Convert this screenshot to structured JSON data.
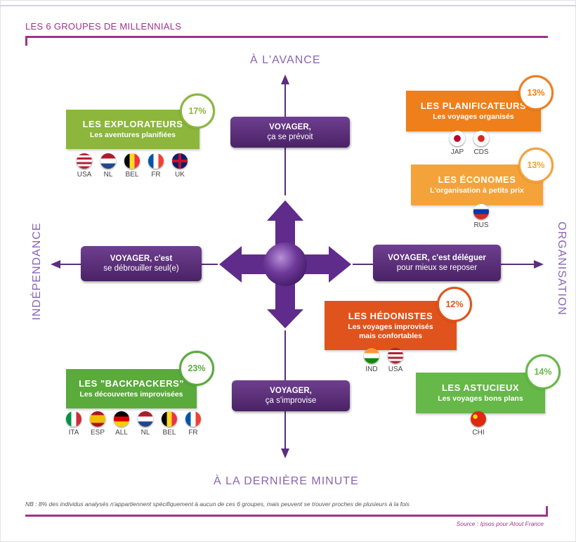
{
  "title": "LES 6 GROUPES DE MILLENNIALS",
  "axes": {
    "top": "À L'AVANCE",
    "bottom": "À LA DERNIÈRE MINUTE",
    "left": "INDÉPENDANCE",
    "right": "ORGANISATION"
  },
  "center_pills": {
    "top": {
      "line1": "VOYAGER,",
      "line2": "ça se prévoit"
    },
    "bottom": {
      "line1": "VOYAGER,",
      "line2": "ça s'improvise"
    },
    "left": {
      "line1": "VOYAGER, c'est",
      "line2": "se débrouiller seul(e)"
    },
    "right": {
      "line1": "VOYAGER, c'est déléguer",
      "line2": "pour mieux se reposer"
    }
  },
  "groups": {
    "explorateurs": {
      "name": "LES EXPLORATEURS",
      "desc": "Les aventures planifiées",
      "pct": "17%",
      "color": "#8cb63c",
      "flags": [
        {
          "code": "USA"
        },
        {
          "code": "NL"
        },
        {
          "code": "BEL"
        },
        {
          "code": "FR"
        },
        {
          "code": "UK"
        }
      ]
    },
    "planificateurs": {
      "name": "LES PLANIFICATEURS",
      "desc": "Les voyages organisés",
      "pct": "13%",
      "color": "#ef7f1a",
      "flags": [
        {
          "code": "JAP"
        },
        {
          "code": "CDS"
        }
      ]
    },
    "economes": {
      "name": "LES ÉCONOMES",
      "desc": "L'organisation à petits prix",
      "pct": "13%",
      "color": "#f4a33a",
      "flags": [
        {
          "code": "RUS"
        }
      ]
    },
    "hedonistes": {
      "name": "LES HÉDONISTES",
      "desc": "Les voyages improvisés",
      "desc2": "mais confortables",
      "pct": "12%",
      "color": "#e0531c",
      "flags": [
        {
          "code": "IND"
        },
        {
          "code": "USA"
        }
      ]
    },
    "backpackers": {
      "name": "LES \"BACKPACKERS\"",
      "desc": "Les découvertes improvisées",
      "pct": "23%",
      "color": "#5aaa3c",
      "flags": [
        {
          "code": "ITA"
        },
        {
          "code": "ESP"
        },
        {
          "code": "ALL"
        },
        {
          "code": "NL"
        },
        {
          "code": "BEL"
        },
        {
          "code": "FR"
        }
      ]
    },
    "astucieux": {
      "name": "LES ASTUCIEUX",
      "desc": "Les voyages bons plans",
      "pct": "14%",
      "color": "#66b848",
      "flags": [
        {
          "code": "CHI"
        }
      ]
    }
  },
  "note": "NB : 8% des individus analysés n'appartiennent spécifiquement à aucun de ces 6 groupes, mais peuvent se trouver proches de plusieurs à la fois",
  "source": "Source : Ipsos pour Atout France"
}
